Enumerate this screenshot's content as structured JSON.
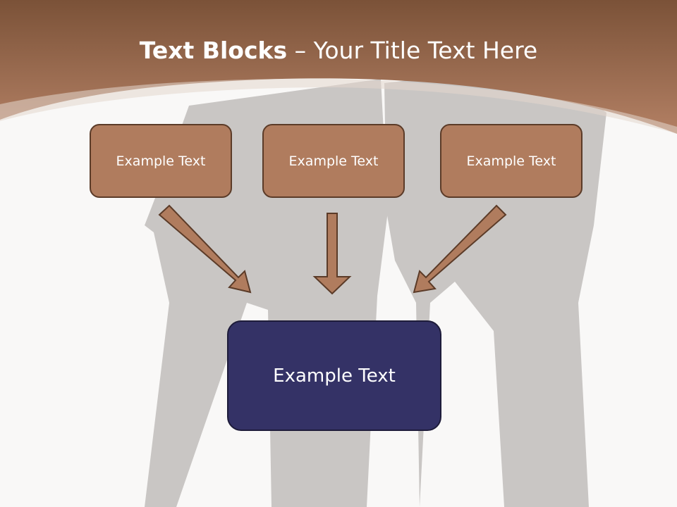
{
  "title": {
    "bold_part": "Text Blocks",
    "dash": "–",
    "rest": "Your Title Text Here"
  },
  "blocks": [
    {
      "label": "Example Text"
    },
    {
      "label": "Example Text"
    },
    {
      "label": "Example Text"
    }
  ],
  "main_block": {
    "label": "Example Text"
  },
  "colors": {
    "header_brown": "#a87654",
    "block_fill": "#b07c5e",
    "block_border": "#5b3b28",
    "main_fill": "#343266",
    "figure_gray": "#c7c4c2"
  }
}
